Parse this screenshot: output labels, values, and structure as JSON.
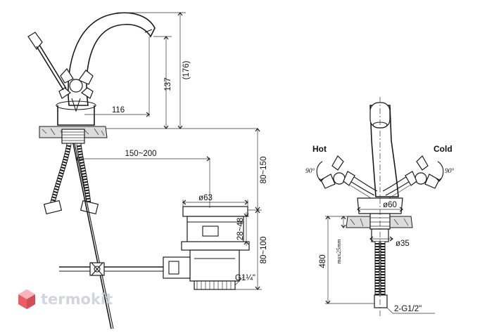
{
  "dimensions": {
    "d116": "116",
    "d137": "137",
    "d176": "(176)",
    "d150_200": "150~200",
    "d80_150": "80~150",
    "d80_100": "80~100",
    "d63": "ø63",
    "d28_48": "28~48",
    "g114": "G1¼\"",
    "d60": "ø60",
    "d35": "ø35",
    "d480": "480",
    "max25": "max25mm",
    "g12": "2-G1/2\""
  },
  "labels": {
    "hot": "Hot",
    "cold": "Cold",
    "deg_left": "90°",
    "deg_right": "90°"
  },
  "brand": {
    "name": "termokit",
    "colors": [
      "#e8404a",
      "#f7a7ab",
      "#c9ced6"
    ]
  }
}
